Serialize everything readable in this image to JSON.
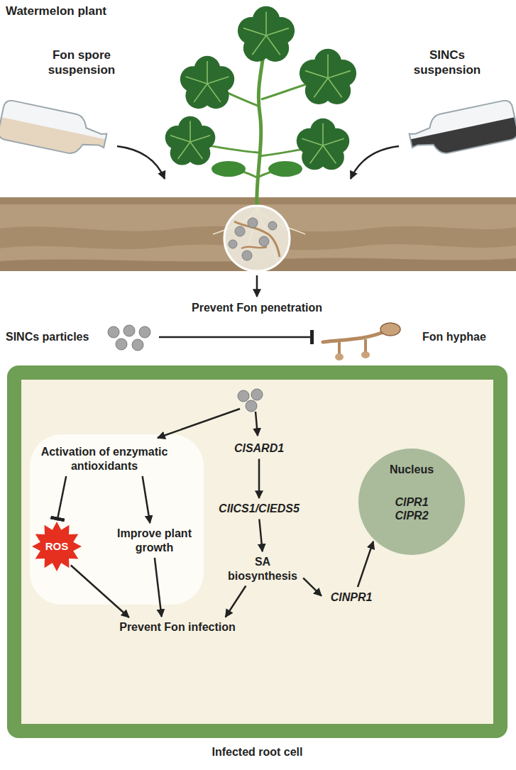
{
  "diagram": {
    "title": "Watermelon plant",
    "nodes": [
      {
        "text": [
          "SINCs particles"
        ]
      },
      {
        "text": [
          "Fon hyphae"
        ]
      },
      {
        "text": [
          "Infected root cell"
        ]
      },
      {
        "text": [
          "Activation of enzymatic antioxidants"
        ],
        "in": 2
      },
      {
        "text": [
          "ROS"
        ],
        "in": 2
      },
      {
        "text": [
          "Improve plant growth"
        ],
        "in": 2
      },
      {
        "text": [
          "Prevent Fon infection"
        ],
        "in": 2
      },
      {
        "text": [
          "ClSARD1"
        ],
        "in": 2
      },
      {
        "text": [
          "ClICS1/ClEDS5"
        ],
        "in": 2
      },
      {
        "text": [
          "SA biosynthesis"
        ],
        "in": 2
      },
      {
        "text": [
          "ClNPR1"
        ],
        "in": 2
      },
      {
        "text": [
          "Nucleus",
          "ClPR1",
          "ClPR2"
        ],
        "in": 2
      }
    ],
    "edges": [
      {
        "from": 0,
        "to": 1,
        "arrow": "to",
        "label": "Prevent Fon penetration"
      },
      {
        "from": 3,
        "to": 4,
        "arrow": "to"
      },
      {
        "from": 3,
        "to": 5,
        "arrow": "to"
      },
      {
        "from": 4,
        "to": 6,
        "arrow": "to"
      },
      {
        "from": 5,
        "to": 6,
        "arrow": "to"
      },
      {
        "from": 7,
        "to": 8,
        "arrow": "to"
      },
      {
        "from": 8,
        "to": 9,
        "arrow": "to"
      },
      {
        "from": 9,
        "to": 6,
        "arrow": "to"
      },
      {
        "from": 9,
        "to": 10,
        "arrow": "to"
      },
      {
        "from": 10,
        "to": 11,
        "arrow": "to"
      }
    ],
    "labels": [
      "Fon spore suspension",
      "SINCs suspension"
    ]
  }
}
